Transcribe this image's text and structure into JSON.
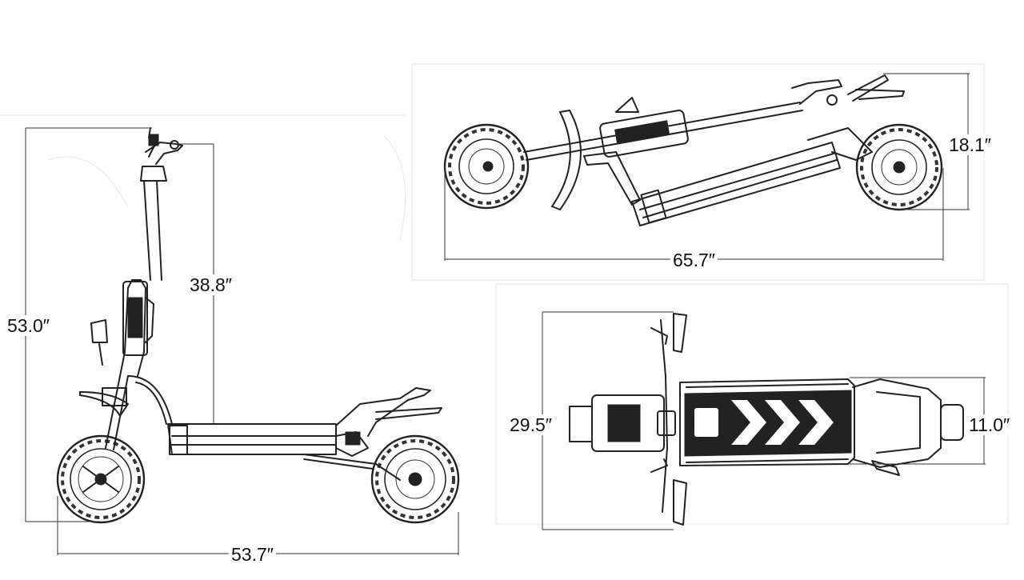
{
  "dimensions": {
    "side_height_total": "53.0″",
    "side_deck_to_bar": "38.8″",
    "side_length": "53.7″",
    "folded_length": "65.7″",
    "folded_height": "18.1″",
    "top_bar_width": "29.5″",
    "top_deck_width": "11.0″"
  },
  "colors": {
    "line": "#222222",
    "background": "#ffffff"
  }
}
